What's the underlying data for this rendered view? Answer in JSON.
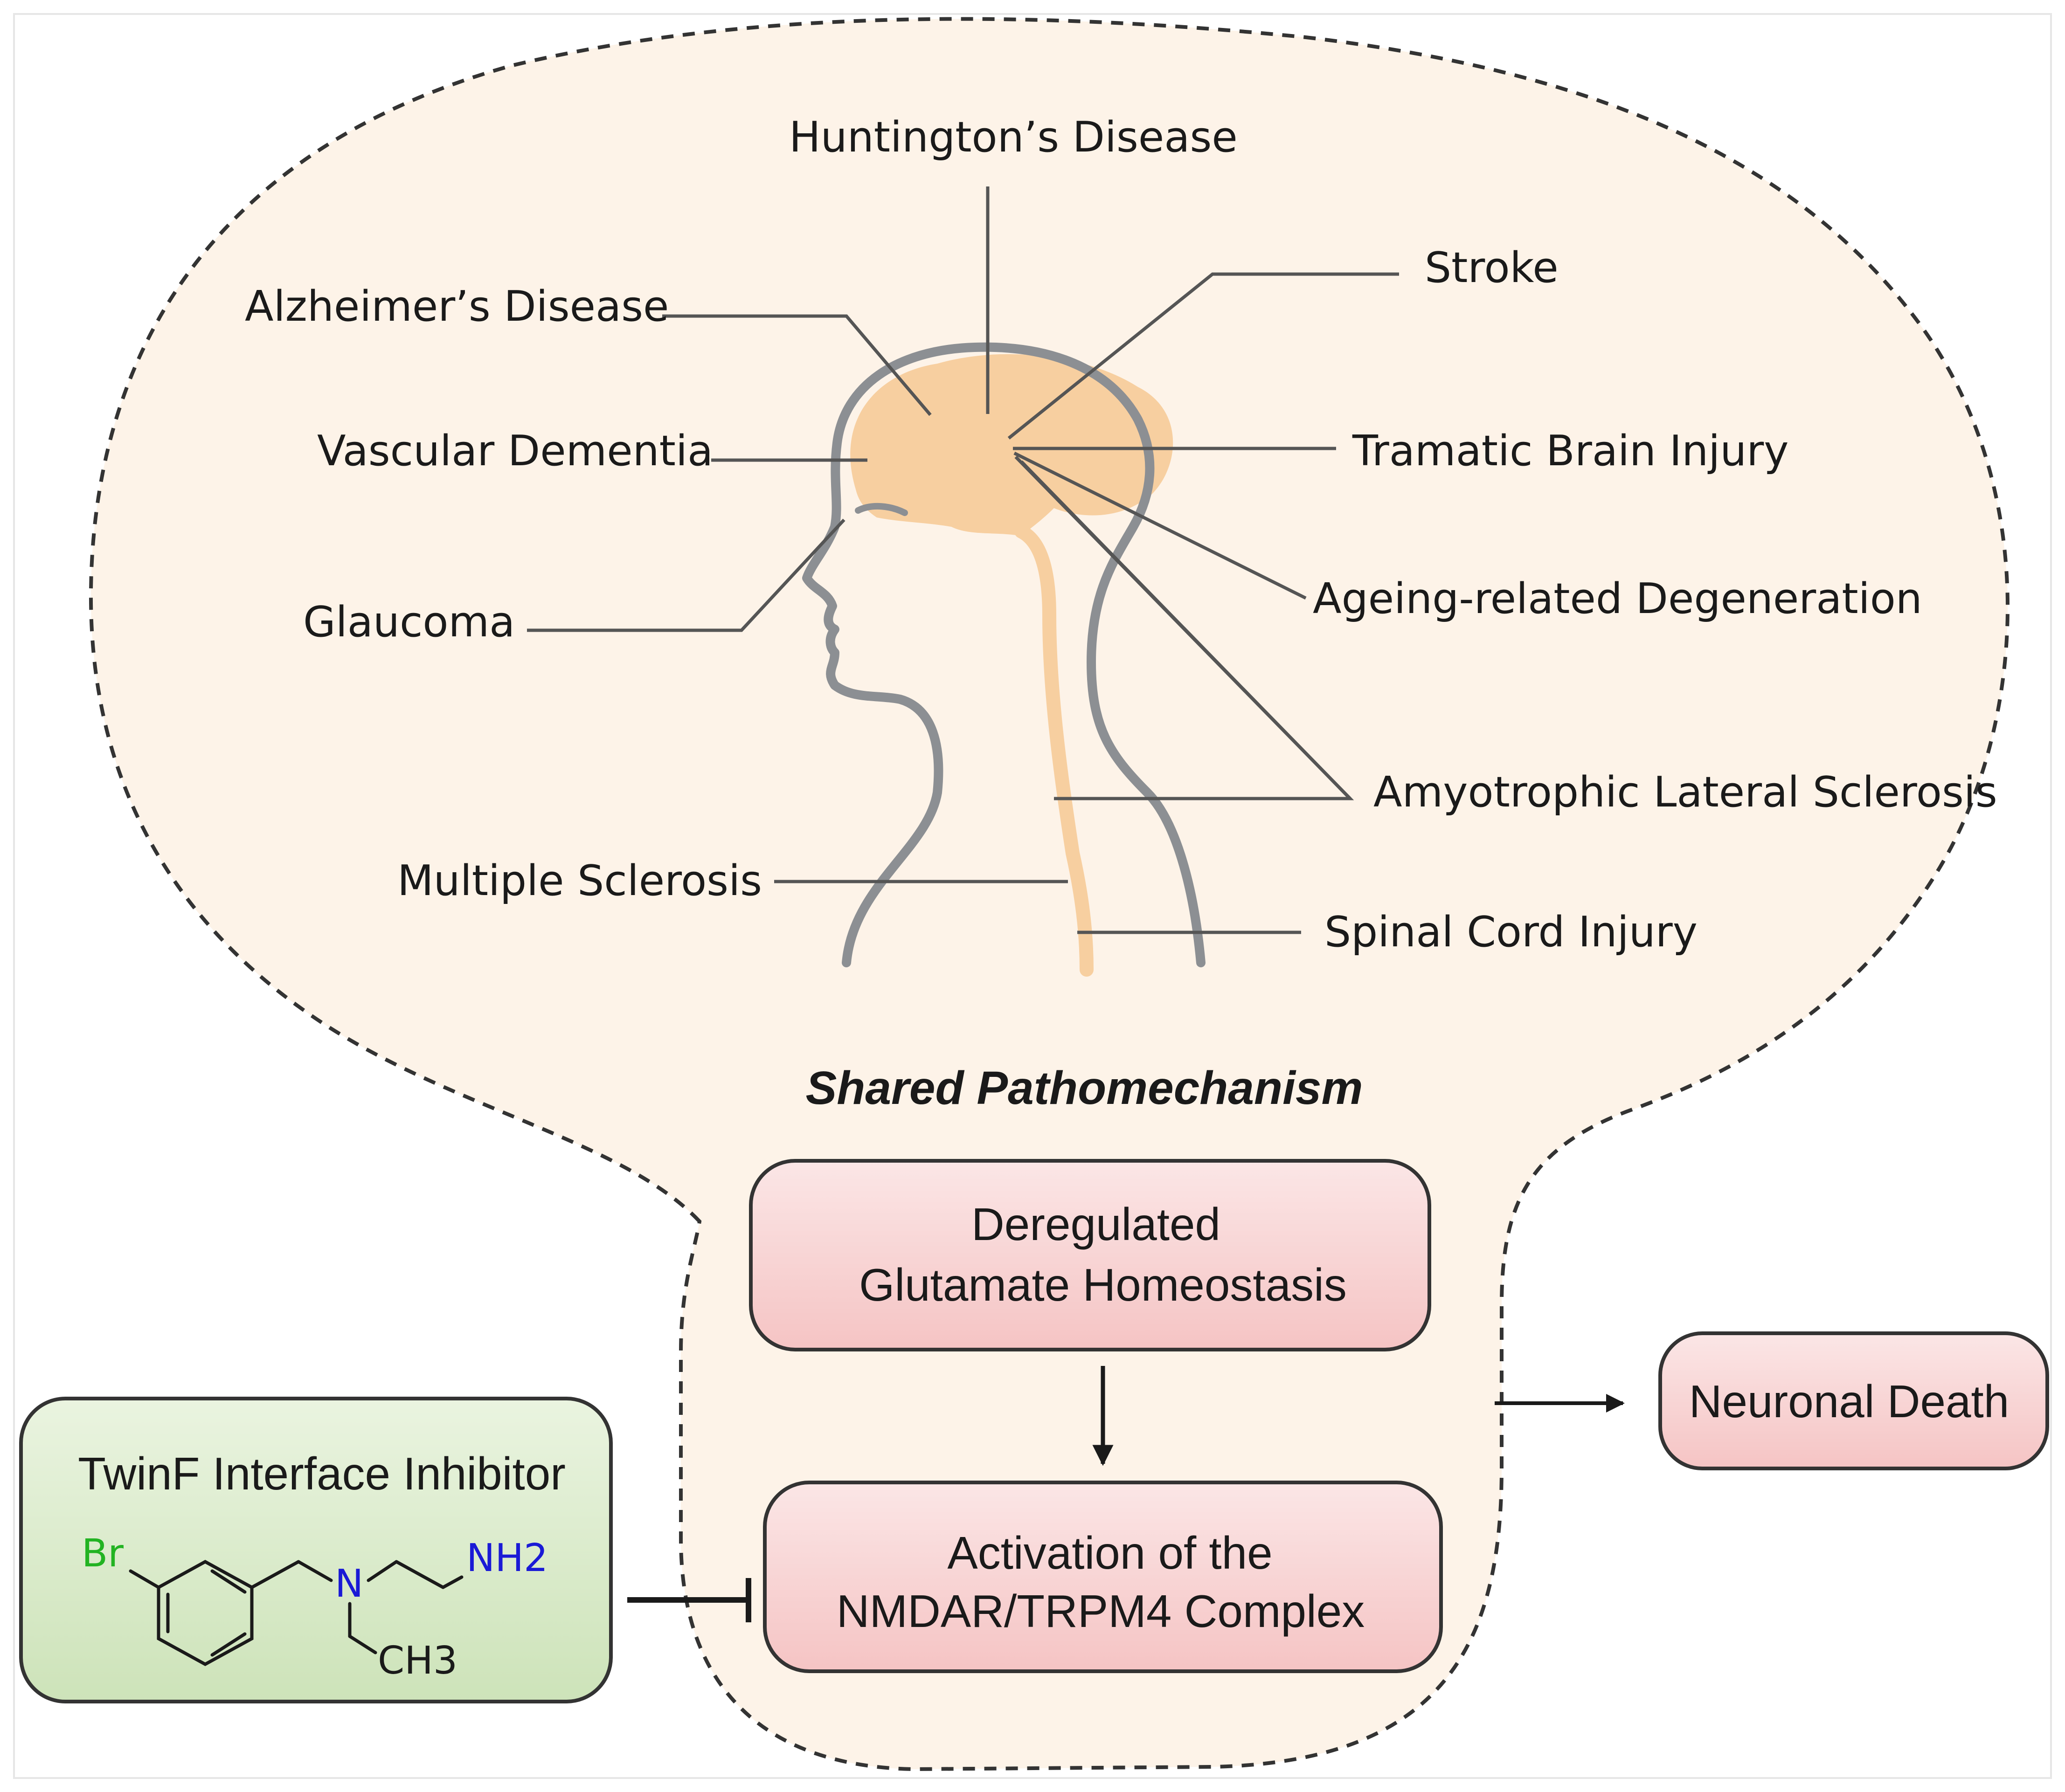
{
  "diseases": {
    "huntington": "Huntington’s Disease",
    "stroke": "Stroke",
    "alzheimer": "Alzheimer’s Disease",
    "vascular": "Vascular Dementia",
    "tbi": "Tramatic Brain Injury",
    "ageing": "Ageing-related Degeneration",
    "glaucoma": "Glaucoma",
    "als": "Amyotrophic Lateral Sclerosis",
    "ms": "Multiple Sclerosis",
    "sci": "Spinal Cord Injury"
  },
  "mechanism": {
    "title": "Shared Pathomechanism",
    "box1": [
      "Deregulated",
      "Glutamate Homeostasis"
    ],
    "box2": [
      "Activation of the",
      "NMDAR/TRPM4 Complex"
    ],
    "outcome": "Neuronal Death"
  },
  "inhibitor": {
    "title": "TwinF Interface Inhibitor",
    "atoms": {
      "br": "Br",
      "n": "N",
      "nh2": "NH2",
      "ch3": "CH3"
    }
  },
  "colors": {
    "region_fill": "#fdf3e8",
    "brain": "#f7cfa0",
    "head_outline": "#8c8f93",
    "red_box": "#f7d3d3",
    "green_box": "#d7e9c7",
    "bromine": "#22b322",
    "nitrogen": "#1a1ad6"
  }
}
